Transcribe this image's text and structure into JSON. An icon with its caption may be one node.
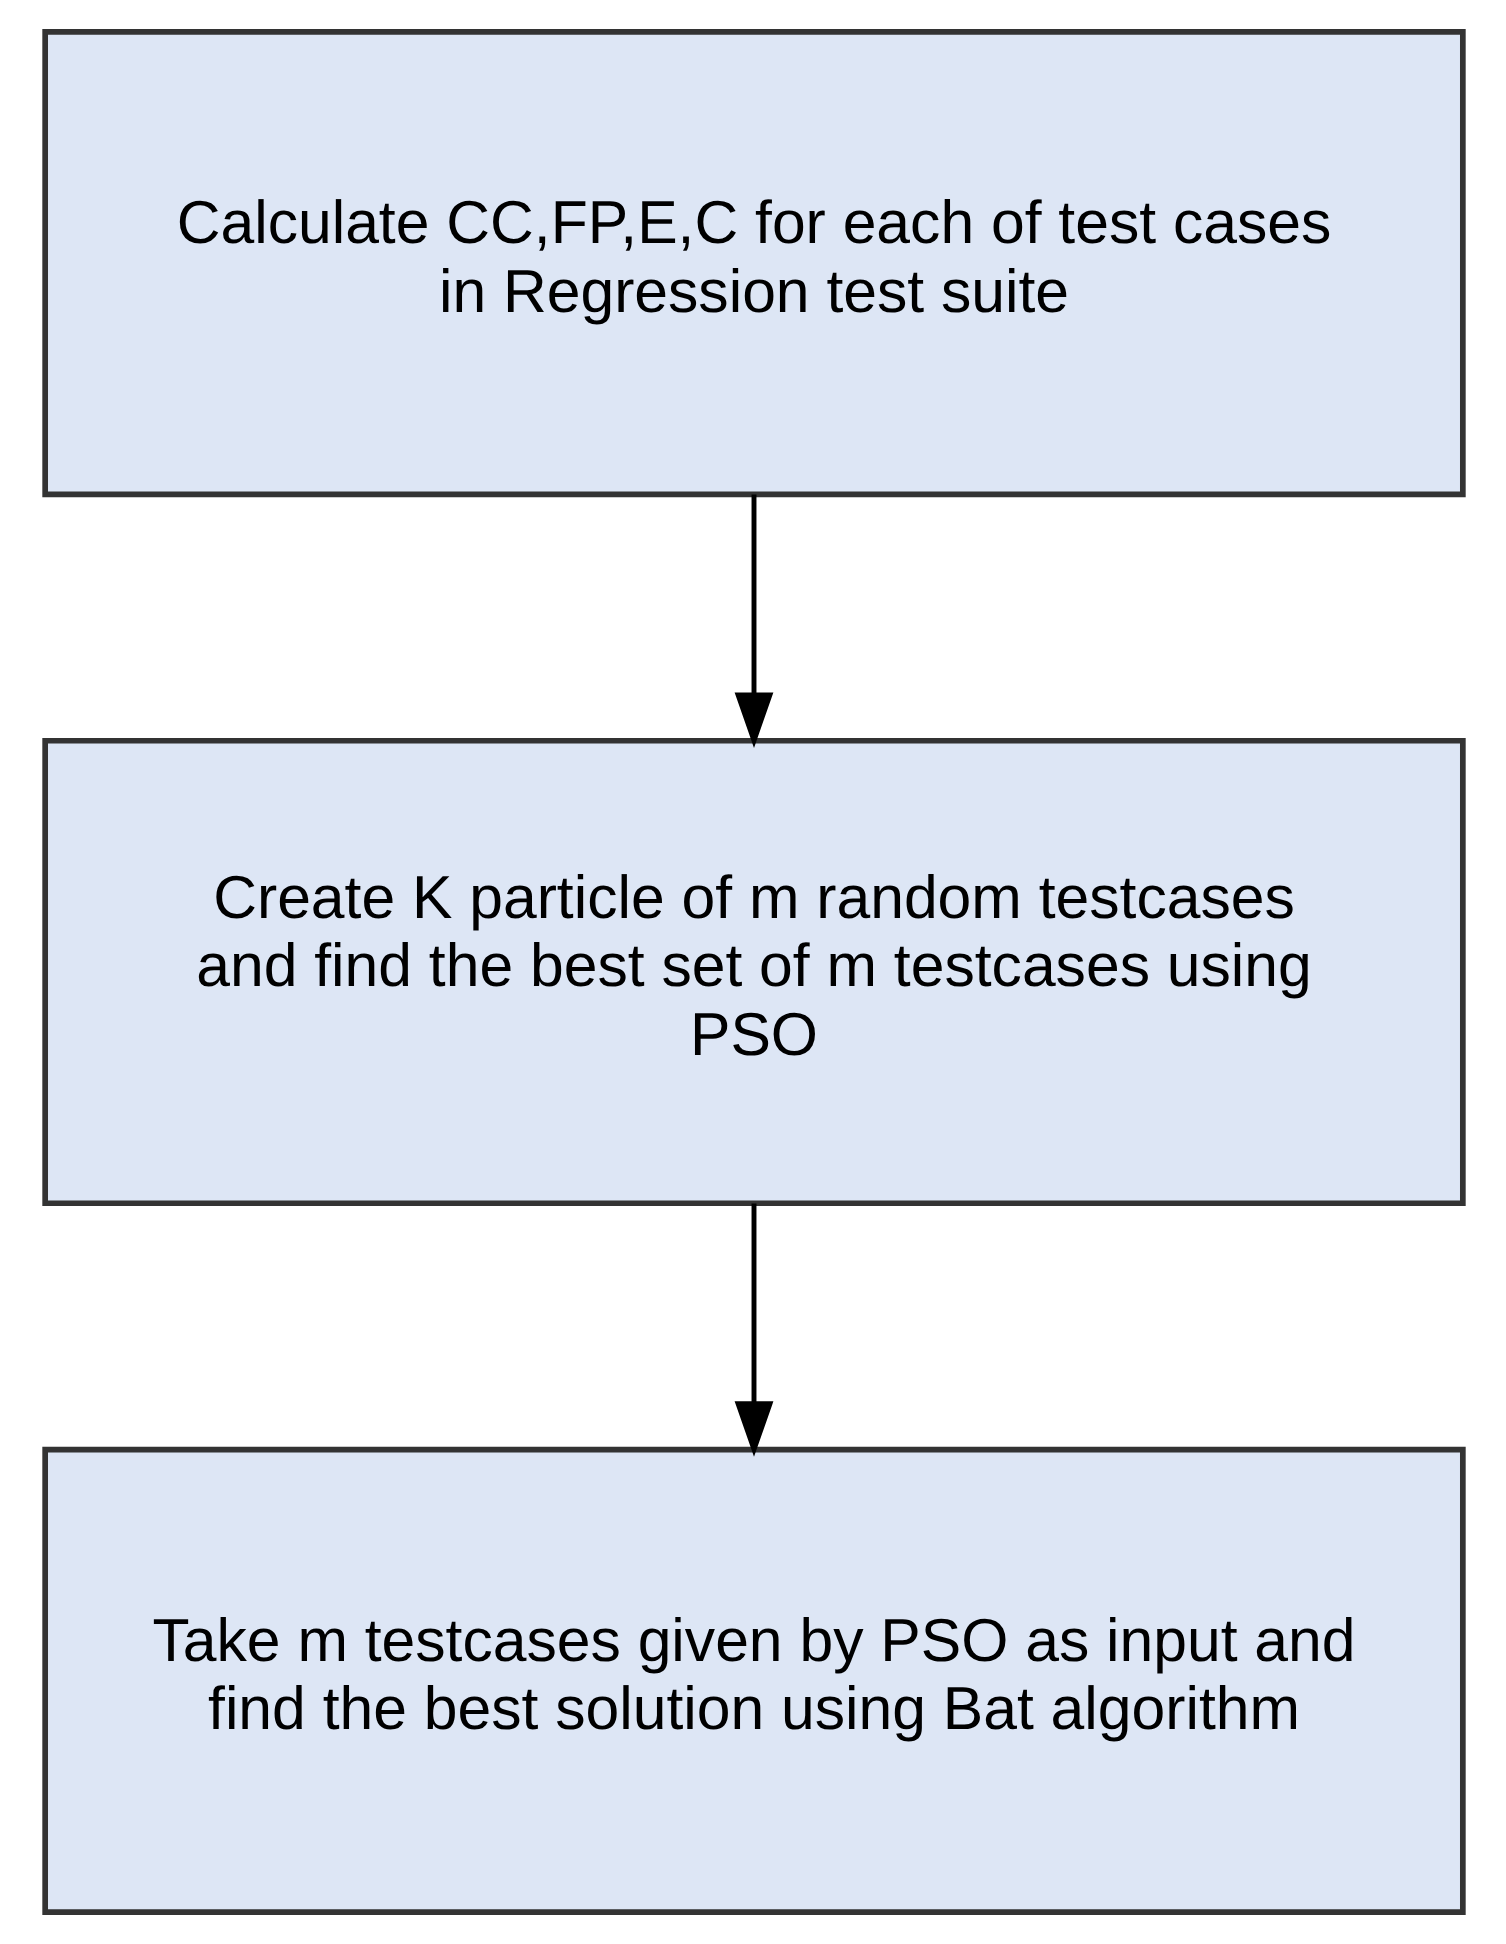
{
  "diagram": {
    "nodes": [
      {
        "text": [
          "Calculate CC,FP,E,C for each of test cases in Regression test suite"
        ]
      },
      {
        "text": [
          "Create K particle of m random testcases and find the best set of m testcases using PSO"
        ]
      },
      {
        "text": [
          "Take m testcases given by PSO as input and find the best solution using Bat algorithm"
        ]
      }
    ],
    "edges": [
      {
        "from": 0,
        "to": 1,
        "arrow": "to"
      },
      {
        "from": 1,
        "to": 2,
        "arrow": "to"
      }
    ]
  }
}
